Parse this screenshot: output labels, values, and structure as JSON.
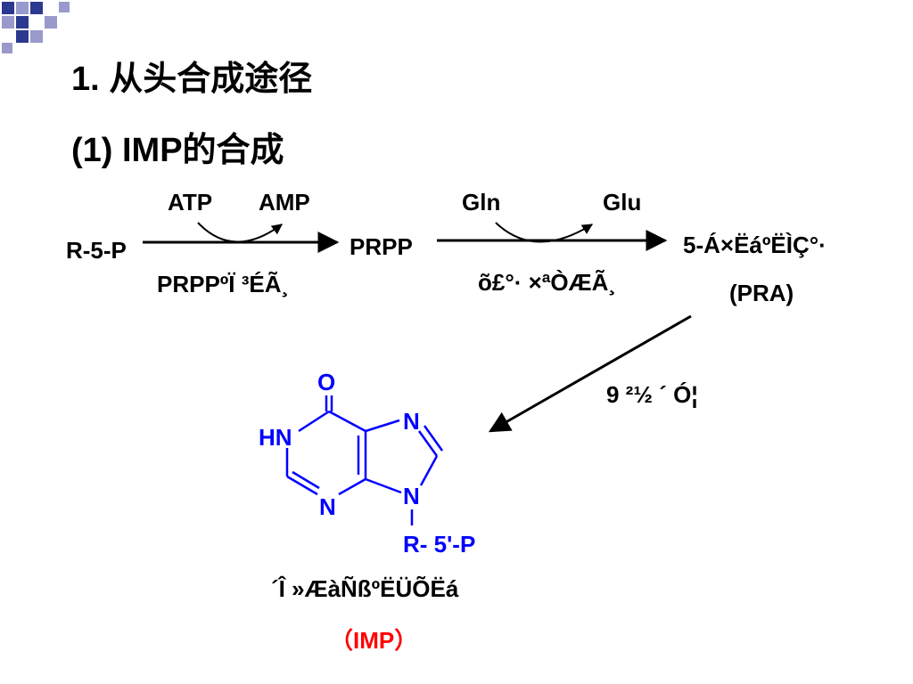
{
  "slide": {
    "heading": "1. 从头合成途径",
    "subheading": "(1) IMP的合成"
  },
  "pathway": {
    "step1": {
      "substrate": "R-5-P",
      "cofactor_in": "ATP",
      "cofactor_out": "AMP",
      "enzyme": "PRPPºÏ ³ÉÃ¸",
      "product": "PRPP"
    },
    "step2": {
      "cofactor_in": "Gln",
      "cofactor_out": "Glu",
      "enzyme": "õ£°· ×ªÒÆÃ¸",
      "product": "5-Á×ËáºËÌÇ°·",
      "product_abbr": "(PRA)"
    },
    "step3": {
      "label": "9 ²½ ´ Ó¦"
    }
  },
  "molecule": {
    "atom_O": "O",
    "atom_HN": "HN",
    "atom_N_top": "N",
    "atom_N_bottom": "N",
    "atom_N9": "N",
    "substituent": "R- 5'-P",
    "color": "#0000ff",
    "name": "´Î »ÆàÑßºËÜÕËá",
    "abbr": "（IMP）",
    "abbr_color": "#ff0000"
  },
  "colors": {
    "deco_navy": "#2b3990",
    "deco_lavender": "#9999cc",
    "text": "#000000"
  }
}
